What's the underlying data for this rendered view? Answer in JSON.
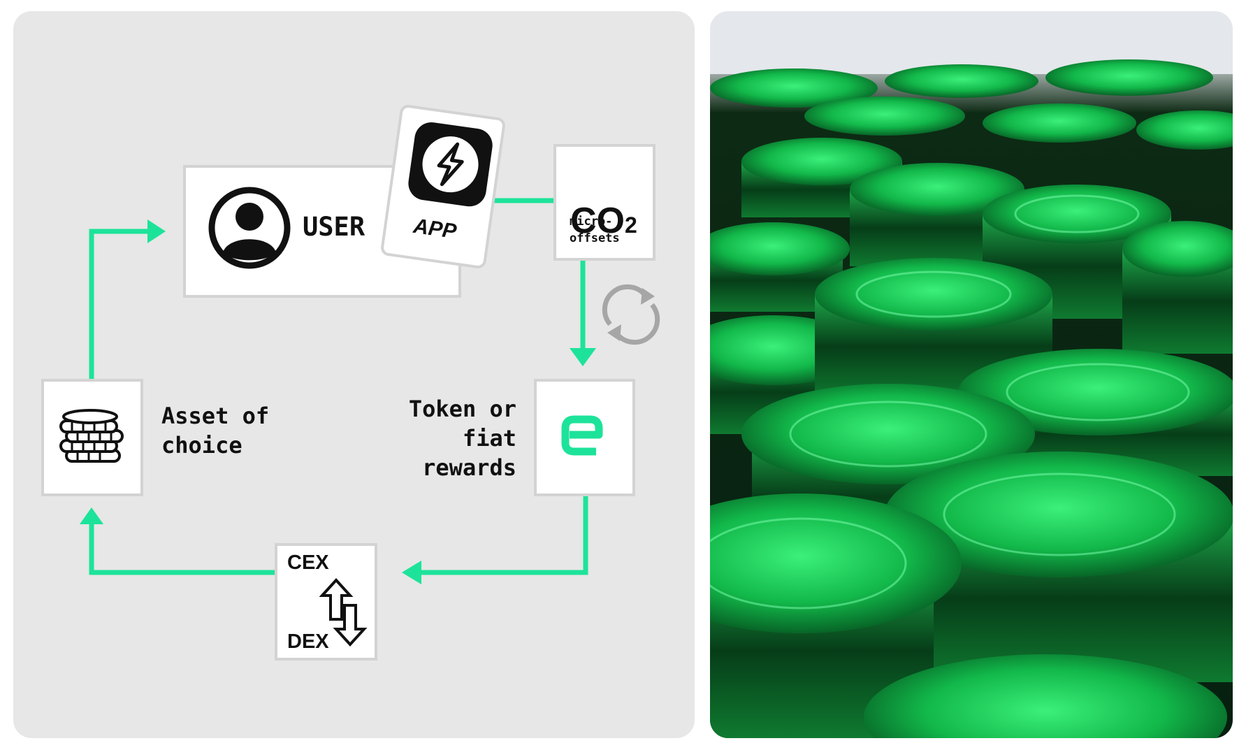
{
  "diagram": {
    "user_label": "USER",
    "app_label": "APP",
    "co2_main": "CO",
    "co2_sub": "2",
    "co2_caption": "micro-\noffsets",
    "reward_label": "Token or\nfiat\nrewards",
    "asset_label": "Asset of\nchoice",
    "cex_label": "CEX",
    "dex_label": "DEX"
  },
  "colors": {
    "accent": "#1de39a",
    "panel_bg": "#e6e7e6",
    "box_border": "#d2d3d2",
    "cycle_gray": "#a6a6a6"
  },
  "icons": [
    "user-icon",
    "lightning-icon",
    "coin-stack-icon",
    "swap-arrows-icon",
    "e-logo-icon",
    "refresh-cycle-icon"
  ]
}
